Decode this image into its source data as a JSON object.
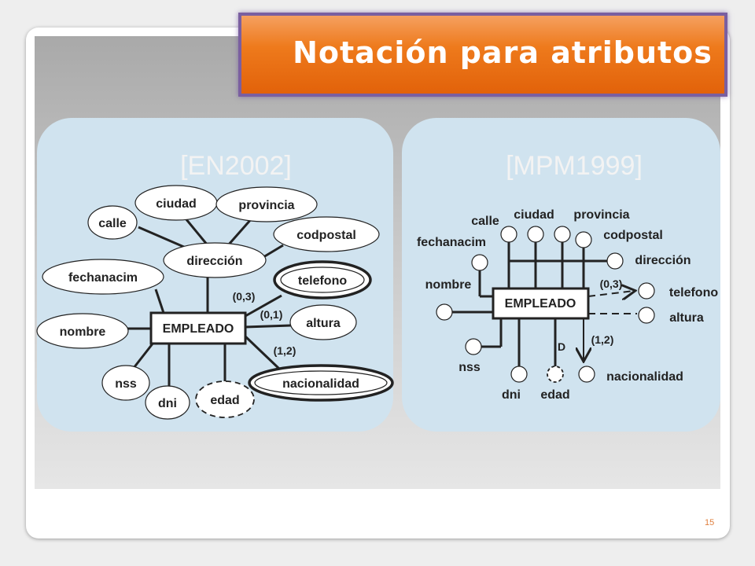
{
  "title": "Notación para atributos",
  "page_number": "15",
  "en": {
    "heading": "[EN2002]",
    "entity": "EMPLEADO",
    "attrs": {
      "calle": "calle",
      "ciudad": "ciudad",
      "provincia": "provincia",
      "codpostal": "codpostal",
      "direccion": "dirección",
      "fechanacim": "fechanacim",
      "telefono": "telefono",
      "altura": "altura",
      "nombre": "nombre",
      "nacionalidad": "nacionalidad",
      "nss": "nss",
      "dni": "dni",
      "edad": "edad"
    },
    "cardinalities": {
      "telefono": "(0,3)",
      "altura": "(0,1)",
      "nacionalidad": "(1,2)"
    }
  },
  "mpm": {
    "heading": "[MPM1999]",
    "entity": "EMPLEADO",
    "attrs": {
      "calle": "calle",
      "ciudad": "ciudad",
      "provincia": "provincia",
      "codpostal": "codpostal",
      "fechanacim": "fechanacim",
      "direccion": "dirección",
      "nombre": "nombre",
      "telefono": "telefono",
      "altura": "altura",
      "nss": "nss",
      "dni": "dni",
      "edad": "edad",
      "nacionalidad": "nacionalidad"
    },
    "derived_marker": "D",
    "cardinalities": {
      "telefono": "(0,3)",
      "nacionalidad": "(1,2)"
    }
  },
  "colors": {
    "panel_fill": "#d0e3ef",
    "heading_text": "#f3f3f3",
    "title_orange": "#ee7a1c",
    "title_border": "#7a5fa0"
  }
}
